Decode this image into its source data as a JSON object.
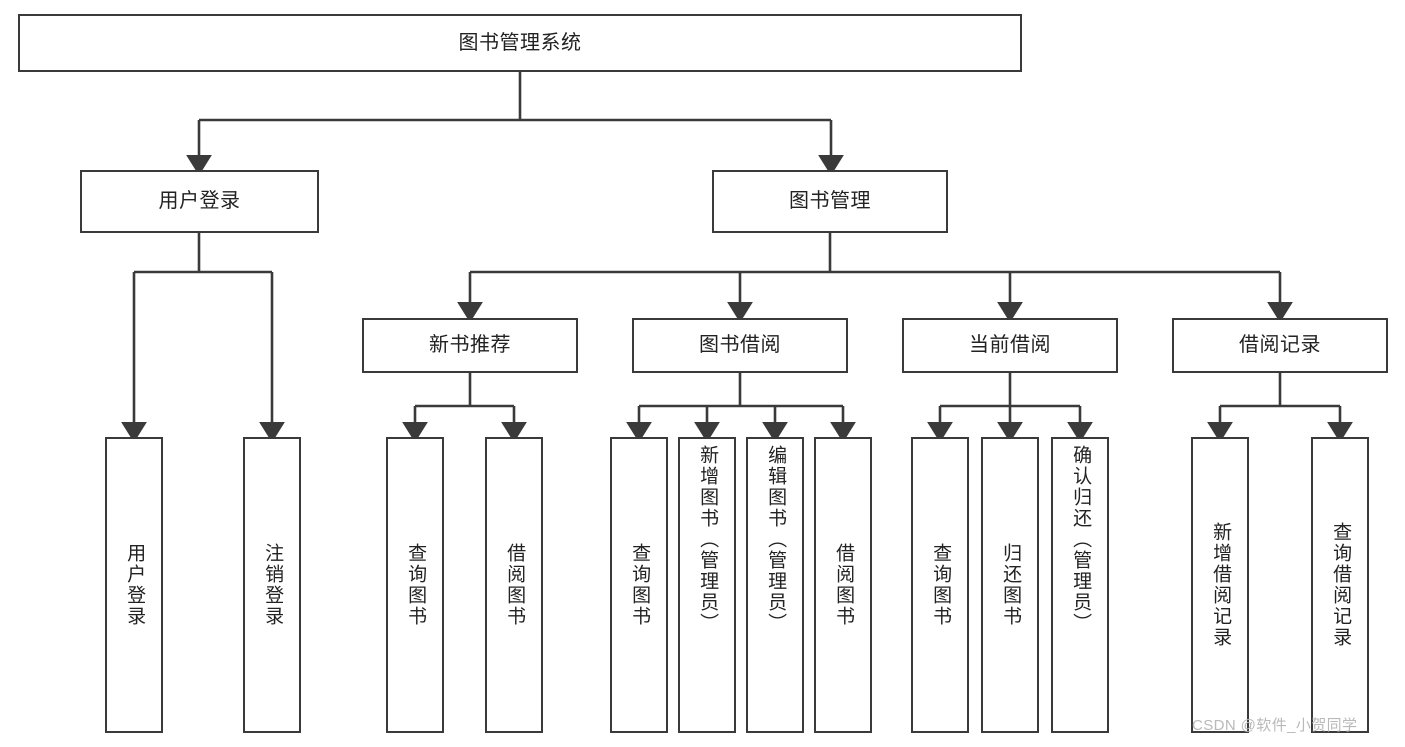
{
  "diagram": {
    "type": "tree-hierarchy-chart",
    "title_node": "图书管理系统",
    "stroke_color": "#3a3a3a",
    "background_color": "#ffffff",
    "levels": [
      {
        "level": 1,
        "nodes": [
          {
            "id": "root",
            "label": "图书管理系统"
          }
        ]
      },
      {
        "level": 2,
        "nodes": [
          {
            "id": "login",
            "label": "用户登录",
            "parent": "root"
          },
          {
            "id": "bookmgmt",
            "label": "图书管理",
            "parent": "root"
          }
        ]
      },
      {
        "level": 3,
        "nodes": [
          {
            "id": "newbook",
            "label": "新书推荐",
            "parent": "bookmgmt"
          },
          {
            "id": "borrow",
            "label": "图书借阅",
            "parent": "bookmgmt"
          },
          {
            "id": "current",
            "label": "当前借阅",
            "parent": "bookmgmt"
          },
          {
            "id": "record",
            "label": "借阅记录",
            "parent": "bookmgmt"
          }
        ]
      },
      {
        "level": 4,
        "nodes": [
          {
            "id": "leaf1",
            "label": "用户登录",
            "parent": "login"
          },
          {
            "id": "leaf2",
            "label": "注销登录",
            "parent": "login"
          },
          {
            "id": "leaf3",
            "label": "查询图书",
            "parent": "newbook"
          },
          {
            "id": "leaf4",
            "label": "借阅图书",
            "parent": "newbook"
          },
          {
            "id": "leaf5",
            "label": "查询图书",
            "parent": "borrow"
          },
          {
            "id": "leaf6",
            "label": "新增图书（管理员）",
            "parent": "borrow"
          },
          {
            "id": "leaf7",
            "label": "编辑图书（管理员）",
            "parent": "borrow"
          },
          {
            "id": "leaf8",
            "label": "借阅图书",
            "parent": "borrow"
          },
          {
            "id": "leaf9",
            "label": "查询图书",
            "parent": "current"
          },
          {
            "id": "leaf10",
            "label": "归还图书",
            "parent": "current"
          },
          {
            "id": "leaf11",
            "label": "确认归还（管理员）",
            "parent": "current"
          },
          {
            "id": "leaf12",
            "label": "新增借阅记录",
            "parent": "record"
          },
          {
            "id": "leaf13",
            "label": "查询借阅记录",
            "parent": "record"
          }
        ]
      }
    ]
  },
  "watermark": {
    "text": "CSDN @软件_小贺同学"
  }
}
